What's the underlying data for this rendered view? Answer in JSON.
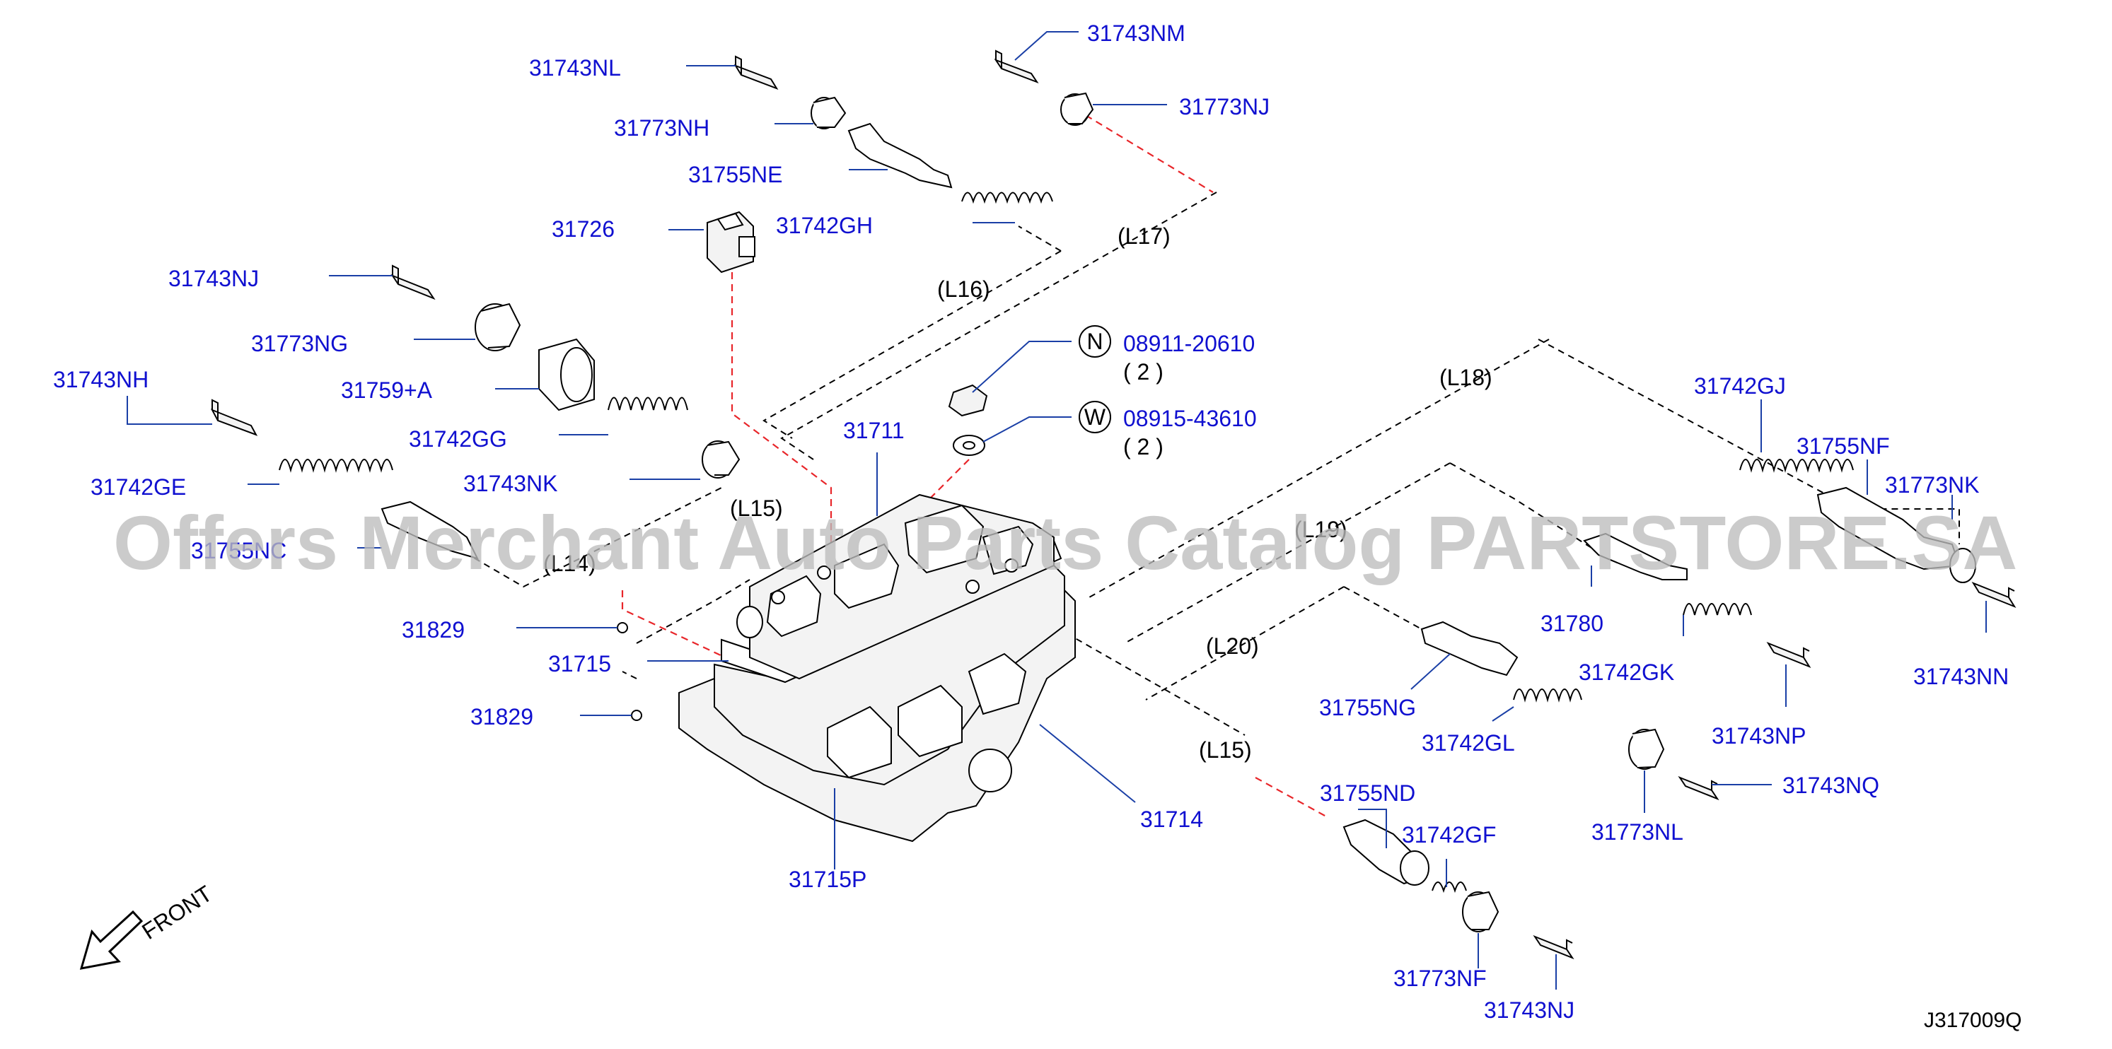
{
  "colors": {
    "part_label": "#1010d0",
    "leader": "#1a3fa6",
    "line_label": "#000000",
    "red_dash": "#e8262a",
    "watermark": "#bdbdbd"
  },
  "diagram_code": "J317009Q",
  "watermark": "Offers Merchant Auto Parts Catalog PARTSTORE.SA",
  "front_label": "FRONT",
  "parts": [
    "31743NL",
    "31743NM",
    "31773NH",
    "31773NJ",
    "31755NE",
    "31726",
    "31742GH",
    "31743NJ",
    "31773NG",
    "31743NH",
    "31759+A",
    "31742GG",
    "31742GE",
    "31743NK",
    "31711",
    "31755NC",
    "31829",
    "31715",
    "31829",
    "31715P",
    "31714",
    "31742GJ",
    "31755NF",
    "31773NK",
    "31780",
    "31742GK",
    "31743NN",
    "31755NG",
    "31742GL",
    "31743NP",
    "31755ND",
    "31742GF",
    "31773NL",
    "31743NQ",
    "31773NF",
    "31743NJ"
  ],
  "fasteners": [
    {
      "symbol": "N",
      "part": "08911-20610",
      "qty": "( 2 )"
    },
    {
      "symbol": "W",
      "part": "08915-43610",
      "qty": "( 2 )"
    }
  ],
  "line_labels": [
    "(L17)",
    "(L16)",
    "(L18)",
    "(L15)",
    "(L19)",
    "(L14)",
    "(L20)",
    "(L15)"
  ]
}
